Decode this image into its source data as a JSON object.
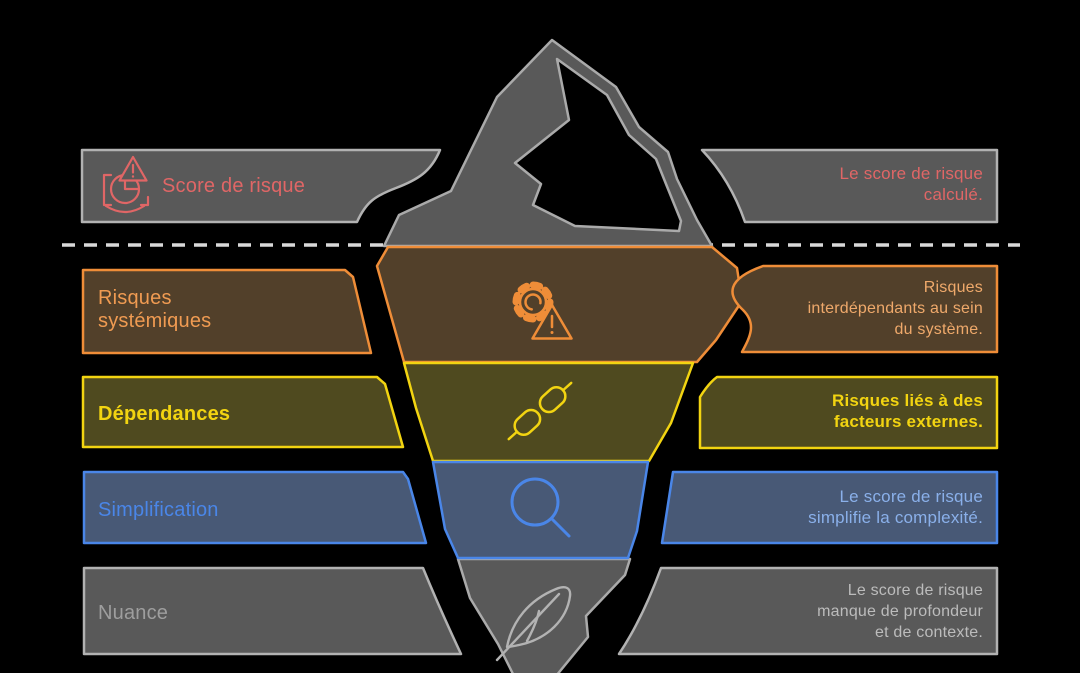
{
  "colors": {
    "background": "#000000",
    "waterline": "#d9d9d9",
    "box_gray_fill": "#595959",
    "box_gray_stroke": "#b2b2b2",
    "iceberg_gray_fill": "#595959",
    "iceberg_gray_stroke": "#aaaaaa"
  },
  "surface": {
    "label": "Score de risque",
    "icon": "risk-score-warning-icon",
    "accent": "#e06666",
    "description_lines": [
      "Le score de risque",
      "calculé."
    ]
  },
  "layers": [
    {
      "label_lines": [
        "Risques",
        "systémiques"
      ],
      "description_lines": [
        "Risques",
        "interdépendants au sein",
        "du système."
      ],
      "icon": "gear-warning-icon",
      "accent": "#ef8d38",
      "fill": "#52402a",
      "label_color": "#f09b52",
      "description_color": "#efa96b"
    },
    {
      "label_lines": [
        "Dépendances"
      ],
      "description_lines": [
        "Risques liés à des",
        "facteurs externes."
      ],
      "icon": "chain-link-icon",
      "accent": "#f2d411",
      "fill": "#4f4a1f",
      "label_color": "#f2d411",
      "description_color": "#f2d411"
    },
    {
      "label_lines": [
        "Simplification"
      ],
      "description_lines": [
        "Le score de risque",
        "simplifie la complexité."
      ],
      "icon": "magnifying-glass-icon",
      "accent": "#4a86e8",
      "fill": "#485976",
      "label_color": "#4a86e8",
      "description_color": "#8ab0ea"
    },
    {
      "label_lines": [
        "Nuance"
      ],
      "description_lines": [
        "Le score de risque",
        "manque de profondeur",
        "et de contexte."
      ],
      "icon": "feather-icon",
      "accent": "#b3b3b3",
      "fill": "#595959",
      "label_color": "#9e9e9e",
      "description_color": "#bcbcbc"
    }
  ]
}
